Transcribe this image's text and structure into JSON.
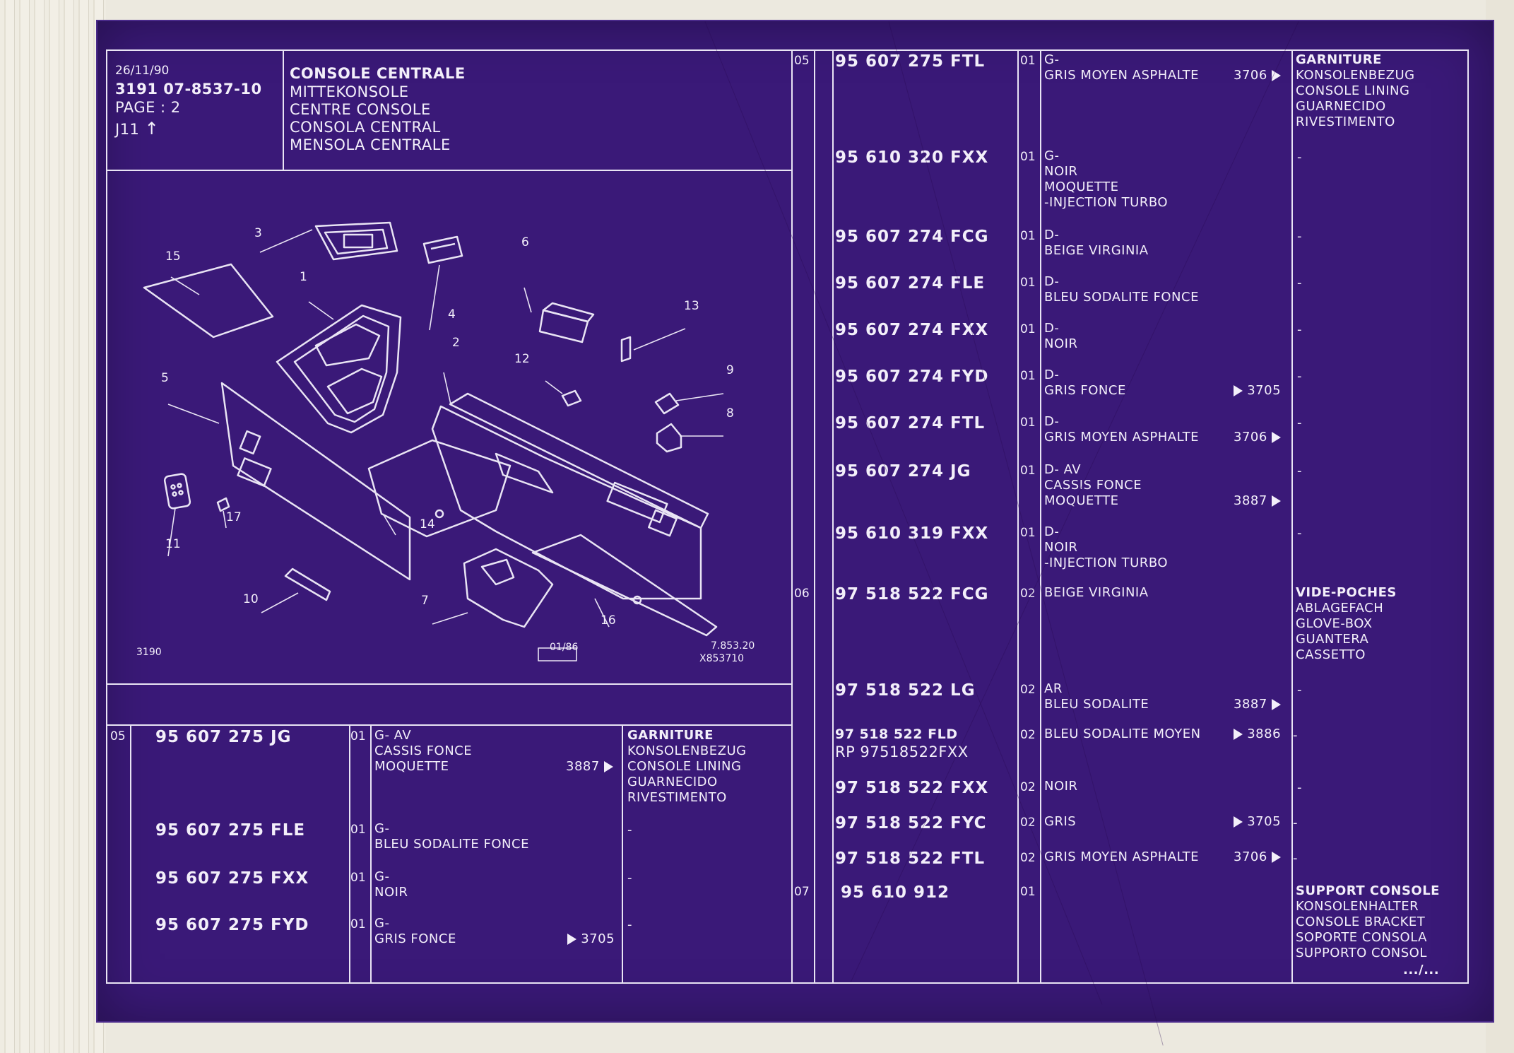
{
  "header": {
    "date": "26/11/90",
    "ref": "3191 07-8537-10",
    "page": "PAGE : 2",
    "j11": "J11",
    "title_fr": "CONSOLE CENTRALE",
    "title_de": "MITTEKONSOLE",
    "title_en": "CENTRE CONSOLE",
    "title_es": "CONSOLA CENTRAL",
    "title_it": "MENSOLA CENTRALE"
  },
  "diagram": {
    "labels": [
      "15",
      "3",
      "1",
      "4",
      "6",
      "13",
      "2",
      "12",
      "9",
      "5",
      "8",
      "11",
      "17",
      "14",
      "10",
      "7",
      "16"
    ],
    "footer_left": "3190",
    "footer_mid": "01/86",
    "footer_right1": "7.853.20",
    "footer_right2": "X853710"
  },
  "left_rows": [
    {
      "ref": "05",
      "part": "95 607 275 JG",
      "qty": "01",
      "l1": "G-   AV",
      "l2": "CASSIS FONCE",
      "l3": "MOQUETTE",
      "code": "3887",
      "mark": "right"
    },
    {
      "ref": "",
      "part": "95 607 275 FLE",
      "qty": "01",
      "l1": "G-",
      "l2": "BLEU SODALITE FONCE",
      "l3": "",
      "code": "",
      "mark": ""
    },
    {
      "ref": "",
      "part": "95 607 275 FXX",
      "qty": "01",
      "l1": "G-",
      "l2": "NOIR",
      "l3": "",
      "code": "",
      "mark": ""
    },
    {
      "ref": "",
      "part": "95 607 275 FYD",
      "qty": "01",
      "l1": "G-",
      "l2": "GRIS FONCE",
      "l3": "",
      "code": "3705",
      "mark": "left"
    }
  ],
  "left_desc": {
    "head": "GARNITURE",
    "d1": "KONSOLENBEZUG",
    "d2": "CONSOLE LINING",
    "d3": "GUARNECIDO",
    "d4": "RIVESTIMENTO",
    "dash": "-"
  },
  "right_rows": [
    {
      "ref": "05",
      "part": "95 607 275 FTL",
      "part2": "",
      "qty": "01",
      "l1": "G-",
      "l2": "GRIS MOYEN ASPHALTE",
      "l3": "",
      "code": "3706",
      "mark": "right",
      "sep": ""
    },
    {
      "ref": "",
      "part": "95 610 320 FXX",
      "part2": "",
      "qty": "01",
      "l1": "G-",
      "l2": "NOIR",
      "l3": "MOQUETTE",
      "l4": "-INJECTION TURBO",
      "code": "",
      "mark": "",
      "sep": "-"
    },
    {
      "ref": "",
      "part": "95 607 274 FCG",
      "part2": "",
      "qty": "01",
      "l1": "D-",
      "l2": "BEIGE VIRGINIA",
      "l3": "",
      "code": "",
      "mark": "",
      "sep": "-"
    },
    {
      "ref": "",
      "part": "95 607 274 FLE",
      "part2": "",
      "qty": "01",
      "l1": "D-",
      "l2": "BLEU SODALITE FONCE",
      "l3": "",
      "code": "",
      "mark": "",
      "sep": "-"
    },
    {
      "ref": "",
      "part": "95 607 274 FXX",
      "part2": "",
      "qty": "01",
      "l1": "D-",
      "l2": "NOIR",
      "l3": "",
      "code": "",
      "mark": "",
      "sep": "-"
    },
    {
      "ref": "",
      "part": "95 607 274 FYD",
      "part2": "",
      "qty": "01",
      "l1": "D-",
      "l2": "GRIS FONCE",
      "l3": "",
      "code": "3705",
      "mark": "left",
      "sep": "-"
    },
    {
      "ref": "",
      "part": "95 607 274 FTL",
      "part2": "",
      "qty": "01",
      "l1": "D-",
      "l2": "GRIS MOYEN ASPHALTE",
      "l3": "",
      "code": "3706",
      "mark": "right",
      "sep": "-"
    },
    {
      "ref": "",
      "part": "95 607 274 JG",
      "part2": "",
      "qty": "01",
      "l1": "D-   AV",
      "l2": "CASSIS FONCE",
      "l3": "MOQUETTE",
      "code": "3887",
      "mark": "right",
      "sep": "-"
    },
    {
      "ref": "",
      "part": "95 610 319 FXX",
      "part2": "",
      "qty": "01",
      "l1": "D-",
      "l2": "NOIR",
      "l3": "-INJECTION TURBO",
      "code": "",
      "mark": "",
      "sep": "-"
    },
    {
      "ref": "06",
      "part": "97 518 522 FCG",
      "part2": "",
      "qty": "02",
      "l1": "BEIGE VIRGINIA",
      "l2": "",
      "l3": "",
      "code": "",
      "mark": "",
      "sep": ""
    },
    {
      "ref": "",
      "part": "97 518 522 LG",
      "part2": "",
      "qty": "02",
      "l1": "AR",
      "l2": "BLEU SODALITE",
      "l3": "",
      "code": "3887",
      "mark": "right",
      "sep": "-"
    },
    {
      "ref": "",
      "part": "97 518 522 FLD",
      "part2": "RP  97518522FXX",
      "qty": "02",
      "l1": "BLEU SODALITE MOYEN",
      "l2": "",
      "l3": "",
      "code": "3886",
      "mark": "left",
      "sep": "-"
    },
    {
      "ref": "",
      "part": "97 518 522 FXX",
      "part2": "",
      "qty": "02",
      "l1": "NOIR",
      "l2": "",
      "l3": "",
      "code": "",
      "mark": "",
      "sep": "-"
    },
    {
      "ref": "",
      "part": "97 518 522 FYC",
      "part2": "",
      "qty": "02",
      "l1": "GRIS",
      "l2": "",
      "l3": "",
      "code": "3705",
      "mark": "left",
      "sep": "-"
    },
    {
      "ref": "",
      "part": "97 518 522 FTL",
      "part2": "",
      "qty": "02",
      "l1": "GRIS MOYEN ASPHALTE",
      "l2": "",
      "l3": "",
      "code": "3706",
      "mark": "right",
      "sep": "-"
    },
    {
      "ref": "07",
      "part": "95 610 912",
      "part2": "",
      "qty": "01",
      "l1": "",
      "l2": "",
      "l3": "",
      "code": "",
      "mark": "",
      "sep": ""
    }
  ],
  "right_desc": {
    "garniture": {
      "head": "GARNITURE",
      "d1": "KONSOLENBEZUG",
      "d2": "CONSOLE LINING",
      "d3": "GUARNECIDO",
      "d4": "RIVESTIMENTO"
    },
    "videpoches": {
      "head": "VIDE-POCHES",
      "d1": "ABLAGEFACH",
      "d2": "GLOVE-BOX",
      "d3": "GUANTERA",
      "d4": "CASSETTO"
    },
    "support": {
      "head": "SUPPORT CONSOLE",
      "d1": "KONSOLENHALTER",
      "d2": "CONSOLE BRACKET",
      "d3": "SOPORTE CONSOLA",
      "d4": "SUPPORTO CONSOL"
    },
    "continued": ".../..."
  },
  "colors": {
    "sheet": "#3a1978",
    "line": "#e9e4f4",
    "text": "#f3effa"
  }
}
